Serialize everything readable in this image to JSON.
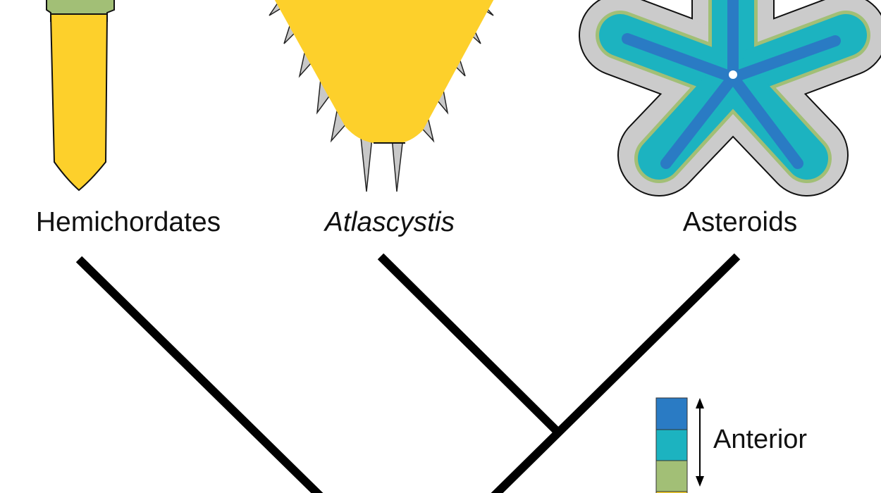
{
  "taxa": [
    {
      "name": "Hemichordates",
      "italic": false
    },
    {
      "name": "Atlascystis",
      "italic": true
    },
    {
      "name": "Asteroids",
      "italic": false
    }
  ],
  "legend": {
    "label": "Anterior",
    "colors": [
      "#2a7bc4",
      "#1cb3c0",
      "#a2bf76",
      "#f8d32a"
    ]
  },
  "colors": {
    "body_yellow": "#fdd02b",
    "spine_gray": "#c8c8c8",
    "branch": "#000000"
  }
}
